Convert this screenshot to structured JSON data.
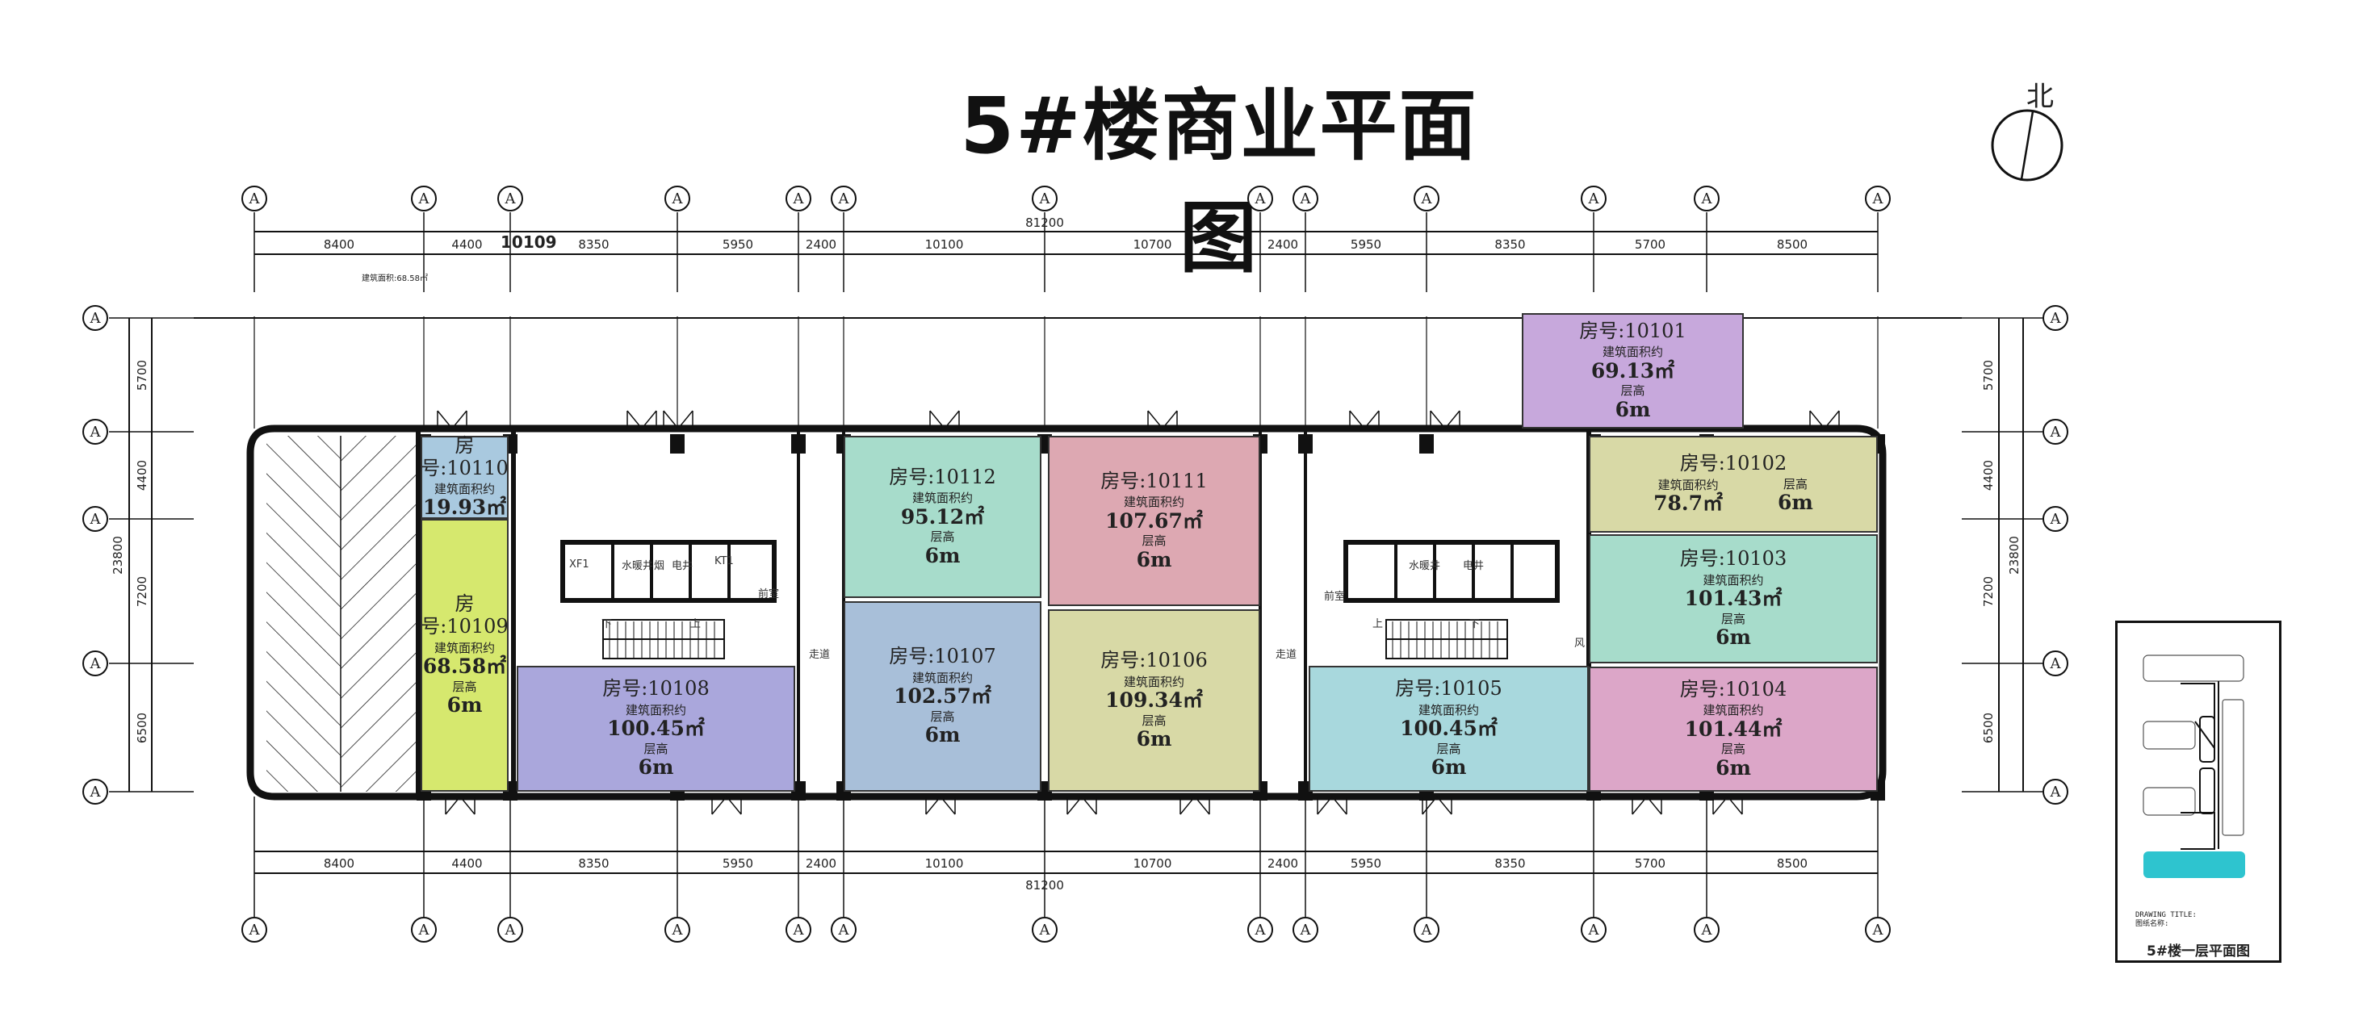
{
  "title": "5#楼商业平面图",
  "north_label": "北",
  "grid_bubble_label": "A",
  "dimensions": {
    "overall_horizontal": "81200",
    "horizontal_segments": [
      "8400",
      "4400",
      "8350",
      "5950",
      "2400",
      "10100",
      "10700",
      "2400",
      "5950",
      "8350",
      "5700",
      "8500"
    ],
    "overall_vertical": "23800",
    "vertical_segments": [
      "5700",
      "4400",
      "7200",
      "6500"
    ]
  },
  "top_note": {
    "room": "10109",
    "area": "建筑面积:68.58㎡"
  },
  "rooms": [
    {
      "no": "房号:10110",
      "area_label": "建筑面积约",
      "area": "19.93㎡",
      "height_label": "",
      "height": "",
      "color": "#a9c9df"
    },
    {
      "no": "房号:10109",
      "area_label": "建筑面积约",
      "area": "68.58㎡",
      "height_label": "层高",
      "height": "6m",
      "color": "#d6e86e"
    },
    {
      "no": "房号:10108",
      "area_label": "建筑面积约",
      "area": "100.45㎡",
      "height_label": "层高",
      "height": "6m",
      "color": "#aaa7dc"
    },
    {
      "no": "房号:10112",
      "area_label": "建筑面积约",
      "area": "95.12㎡",
      "height_label": "层高",
      "height": "6m",
      "color": "#a7dccb"
    },
    {
      "no": "房号:10107",
      "area_label": "建筑面积约",
      "area": "102.57㎡",
      "height_label": "层高",
      "height": "6m",
      "color": "#a8bfd9"
    },
    {
      "no": "房号:10111",
      "area_label": "建筑面积约",
      "area": "107.67㎡",
      "height_label": "层高",
      "height": "6m",
      "color": "#dda8b2"
    },
    {
      "no": "房号:10106",
      "area_label": "建筑面积约",
      "area": "109.34㎡",
      "height_label": "层高",
      "height": "6m",
      "color": "#d8d9a6"
    },
    {
      "no": "房号:10105",
      "area_label": "建筑面积约",
      "area": "100.45㎡",
      "height_label": "层高",
      "height": "6m",
      "color": "#a8d8dd"
    },
    {
      "no": "房号:10101",
      "area_label": "建筑面积约",
      "area": "69.13㎡",
      "height_label": "层高",
      "height": "6m",
      "color": "#c7a8dc"
    },
    {
      "no": "房号:10102",
      "area_label": "建筑面积约",
      "area": "78.7㎡",
      "height_label": "层高",
      "height": "6m",
      "color": "#d8d9a6"
    },
    {
      "no": "房号:10103",
      "area_label": "建筑面积约",
      "area": "101.43㎡",
      "height_label": "层高",
      "height": "6m",
      "color": "#a7dccb"
    },
    {
      "no": "房号:10104",
      "area_label": "建筑面积约",
      "area": "101.44㎡",
      "height_label": "层高",
      "height": "6m",
      "color": "#dca6c8"
    }
  ],
  "core_labels": {
    "water": "水暖井",
    "smoke": "烟",
    "elec": "电井",
    "lobby": "前室",
    "wind": "风",
    "up": "上",
    "down": "下",
    "corridor": "走道",
    "fire_lift": "XF1",
    "lift": "KT1"
  },
  "keymap": {
    "drawing_title_en": "DRAWING TITLE:",
    "drawing_title_cn": "图纸名称:",
    "name": "5#楼一层平面图",
    "highlight_color": "#2ec4cf"
  }
}
